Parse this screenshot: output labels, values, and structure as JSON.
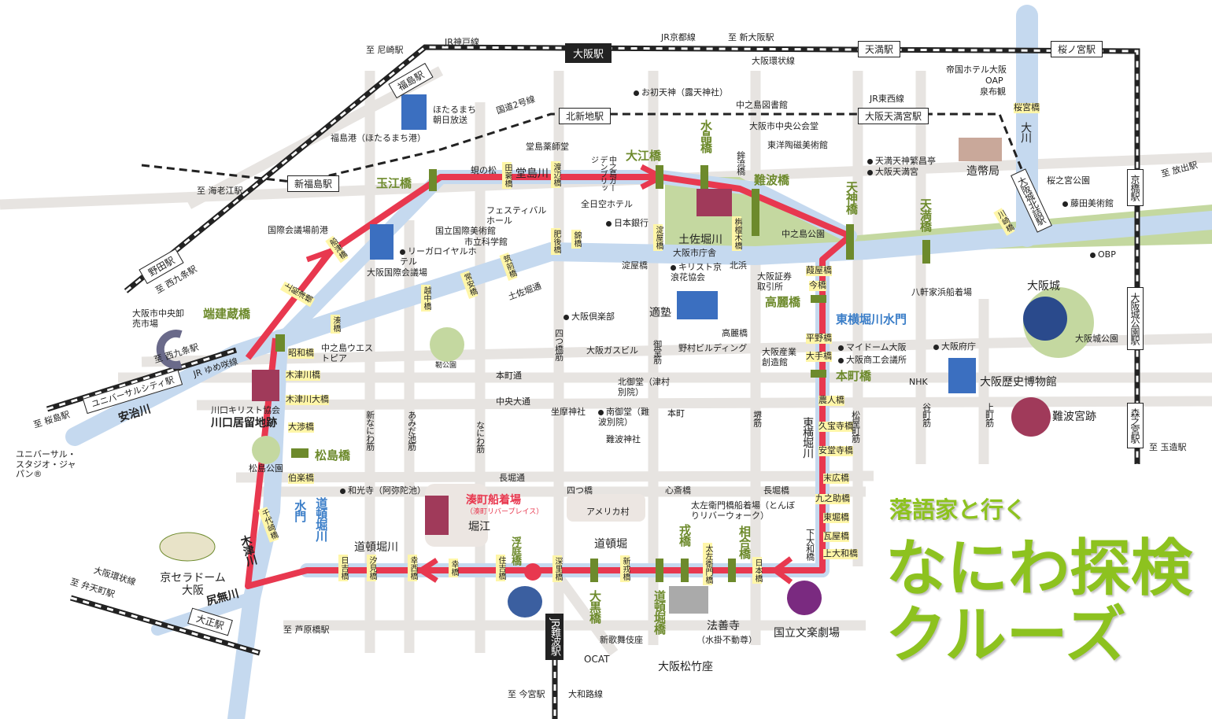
{
  "title": {
    "sub": "落語家と行く",
    "main": "なにわ探検",
    "main2": "クルーズ"
  },
  "colors": {
    "route": "#e8384f",
    "river": "#c5d9ef",
    "park": "#c4d8a0",
    "title": "#8dc21f",
    "bridge": "#6d8a2c"
  },
  "stations": [
    "大阪駅",
    "天満駅",
    "桜ノ宮駅",
    "福島駅",
    "新福島駅",
    "野田駅",
    "北新地駅",
    "大阪天満宮駅",
    "京橋駅",
    "大阪城北詰駅",
    "大阪城公園駅",
    "森之宮駅",
    "ユニバーサルシティ駅",
    "大正駅",
    "JR難波駅"
  ],
  "rail_notes": [
    "JR神戸線",
    "至 尼崎駅",
    "JR京都線",
    "至 新大阪駅",
    "大阪環状線",
    "国道2号線",
    "JR東西線",
    "至 海老江駅",
    "至 西九条駅",
    "至 西九条駅",
    "至 桜島駅",
    "JR ゆめ咲線",
    "至 放出駅",
    "至 玉造駅",
    "大阪環状線",
    "至 弁天町駅",
    "至 芦原橋駅",
    "至 今宮駅",
    "大和路線",
    "OCAT"
  ],
  "bridges_major": [
    "玉江橋",
    "大江橋",
    "難波橋",
    "天神橋",
    "天満橋",
    "端建蔵橋",
    "松島橋",
    "高麗橋",
    "本町橋",
    "相合橋",
    "戎橋",
    "浮庭橋",
    "大黒橋",
    "道頓堀橋",
    "水晶橋"
  ],
  "bridges_minor": [
    "田蓑橋",
    "渡辺橋",
    "肥後橋",
    "錦橋",
    "筑前橋",
    "常安橋",
    "越中橋",
    "船津橋",
    "上船津橋",
    "湊橋",
    "昭和橋",
    "木津川橋",
    "木津川大橋",
    "大渉橋",
    "伯楽橋",
    "千代崎橋",
    "日吉橋",
    "汐見橋",
    "幸西橋",
    "幸橋",
    "住吉橋",
    "深里橋",
    "新戎橋",
    "太左衛門橋",
    "日本橋",
    "上大和橋",
    "瓦屋橋",
    "東堀橋",
    "九之助橋",
    "末広橋",
    "安堂寺橋",
    "久宝寺橋",
    "農人橋",
    "大手橋",
    "平野橋",
    "今橋",
    "葭屋橋",
    "栴檀木橋",
    "鉾流橋",
    "淀屋橋",
    "川崎橋",
    "桜宮橋",
    "下大和橋"
  ],
  "landmarks": [
    "お初天神（露天神社）",
    "中之島図書館",
    "大阪市中央公会堂",
    "東洋陶磁美術館",
    "堂島薬師堂",
    "蜆の松",
    "中之島ガーデンブリッジ",
    "全日空ホテル",
    "日本銀行",
    "フェスティバルホール",
    "国立国際美術館",
    "市立科学館",
    "リーガロイヤルホテル",
    "大阪国際会議場",
    "国際会議場前港",
    "ほたるまち朝日放送",
    "福島港（ほたるまち港）",
    "淀屋橋",
    "キリスト京浪花協会",
    "大阪市庁舎",
    "北浜",
    "大阪証券取引所",
    "適塾",
    "大阪倶楽部",
    "高麗橋",
    "野村ビルディング",
    "大阪ガスビル",
    "大阪産業創造館",
    "マイドーム大阪",
    "大阪商工会議所",
    "北御堂（津村別院）",
    "坐摩神社",
    "南御堂（難波別院）",
    "本町",
    "難波神社",
    "四つ橋",
    "心斎橋",
    "長堀橋",
    "和光寺（阿弥陀池）",
    "アメリカ村",
    "堀江",
    "道頓堀",
    "新歌舞伎座",
    "大阪松竹座",
    "国立文楽劇場",
    "京セラドーム大阪",
    "大阪市中央卸売市場",
    "中之島ウエストピア",
    "川口キリスト協会",
    "川口居留地跡",
    "松島公園",
    "靭公園",
    "ユニバーサル・スタジオ・ジャパン®",
    "八軒家浜船着場",
    "中之島公園",
    "造幣局",
    "桜之宮公園",
    "藤田美術館",
    "OBP",
    "大阪城",
    "大阪城公園",
    "大阪府庁",
    "NHK",
    "大阪歴史博物館",
    "難波宮跡",
    "帝国ホテル大阪",
    "OAP",
    "泉布観",
    "天満天神繁昌亭",
    "大阪天満宮",
    "法善寺",
    "（水掛不動尊）"
  ],
  "piers": {
    "minatomachi": "湊町船着場",
    "minatomachi_sub": "（湊町リバープレイス）",
    "tazaemon": "太左衛門橋船着場（とんぼりリバーウォーク）"
  },
  "rivers": [
    "堂島川",
    "土佐堀川",
    "大川",
    "安治川",
    "道頓堀川",
    "道頓堀川",
    "木津川",
    "尻無川",
    "東横堀川",
    "東横堀川水門",
    "水門"
  ],
  "streets": [
    "四つ橋筋",
    "御堂筋",
    "堺筋",
    "松屋町筋",
    "谷町筋",
    "上町筋",
    "新なにわ筋",
    "あみだ池筋",
    "なにわ筋",
    "本町通",
    "中央大通",
    "長堀通",
    "土佐堀通"
  ]
}
